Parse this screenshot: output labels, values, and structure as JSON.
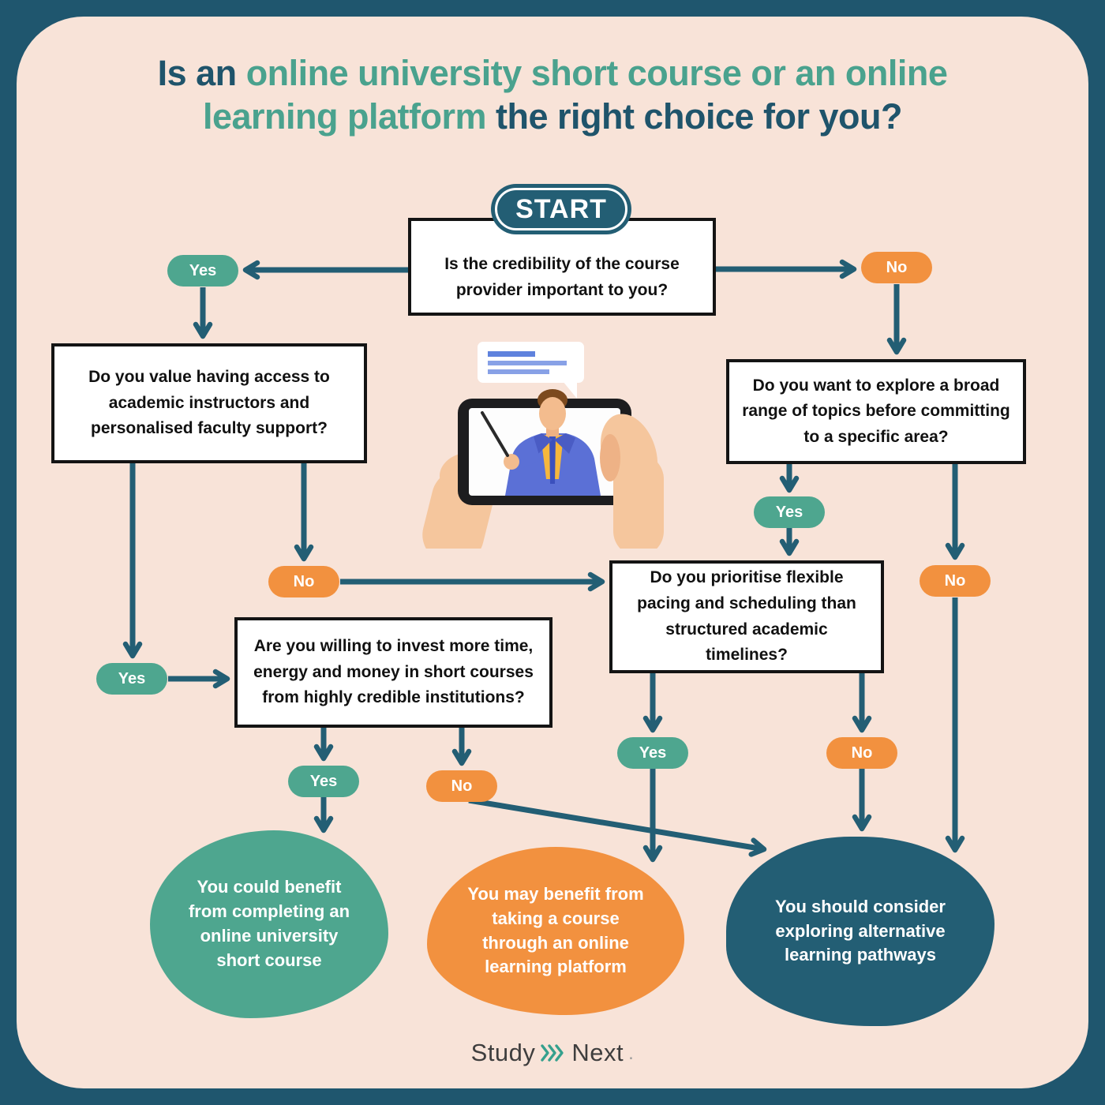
{
  "title": {
    "part1": "Is an ",
    "part2": "online university short course or an online",
    "part3": "learning platform ",
    "part4": "the right choice for you?"
  },
  "flow": {
    "start_label": "START",
    "answers": {
      "yes": "Yes",
      "no": "No"
    },
    "questions": {
      "q_credibility": "Is the credibility of the course provider important to you?",
      "q_faculty": "Do you value having access to academic instructors and personalised faculty support?",
      "q_topics": "Do you want to explore a broad range of topics before committing to a specific area?",
      "q_invest": "Are you willing to invest more time, energy and money in short courses from highly credible institutions?",
      "q_pacing": "Do you prioritise flexible pacing and scheduling than structured academic timelines?"
    },
    "outcomes": {
      "university": "You could benefit from completing an online university short course",
      "platform": "You may benefit from taking a course through an online learning platform",
      "alternative": "You should consider exploring alternative learning pathways"
    }
  },
  "illustration": {
    "description": "hands holding phone with video lecturer",
    "icon": "phone-lecturer-illustration"
  },
  "footer": {
    "logo_study": "Study",
    "logo_next": "Next",
    "logo_dot": ".",
    "logo_icon": "triple-chevron-right-icon"
  },
  "colors": {
    "frame": "#1f566e",
    "background": "#f8e3d8",
    "teal": "#235e74",
    "green": "#4ea68f",
    "orange": "#f2913f",
    "title_green": "#4aa28e",
    "title_dark": "#1f546b",
    "box_border": "#141414"
  }
}
